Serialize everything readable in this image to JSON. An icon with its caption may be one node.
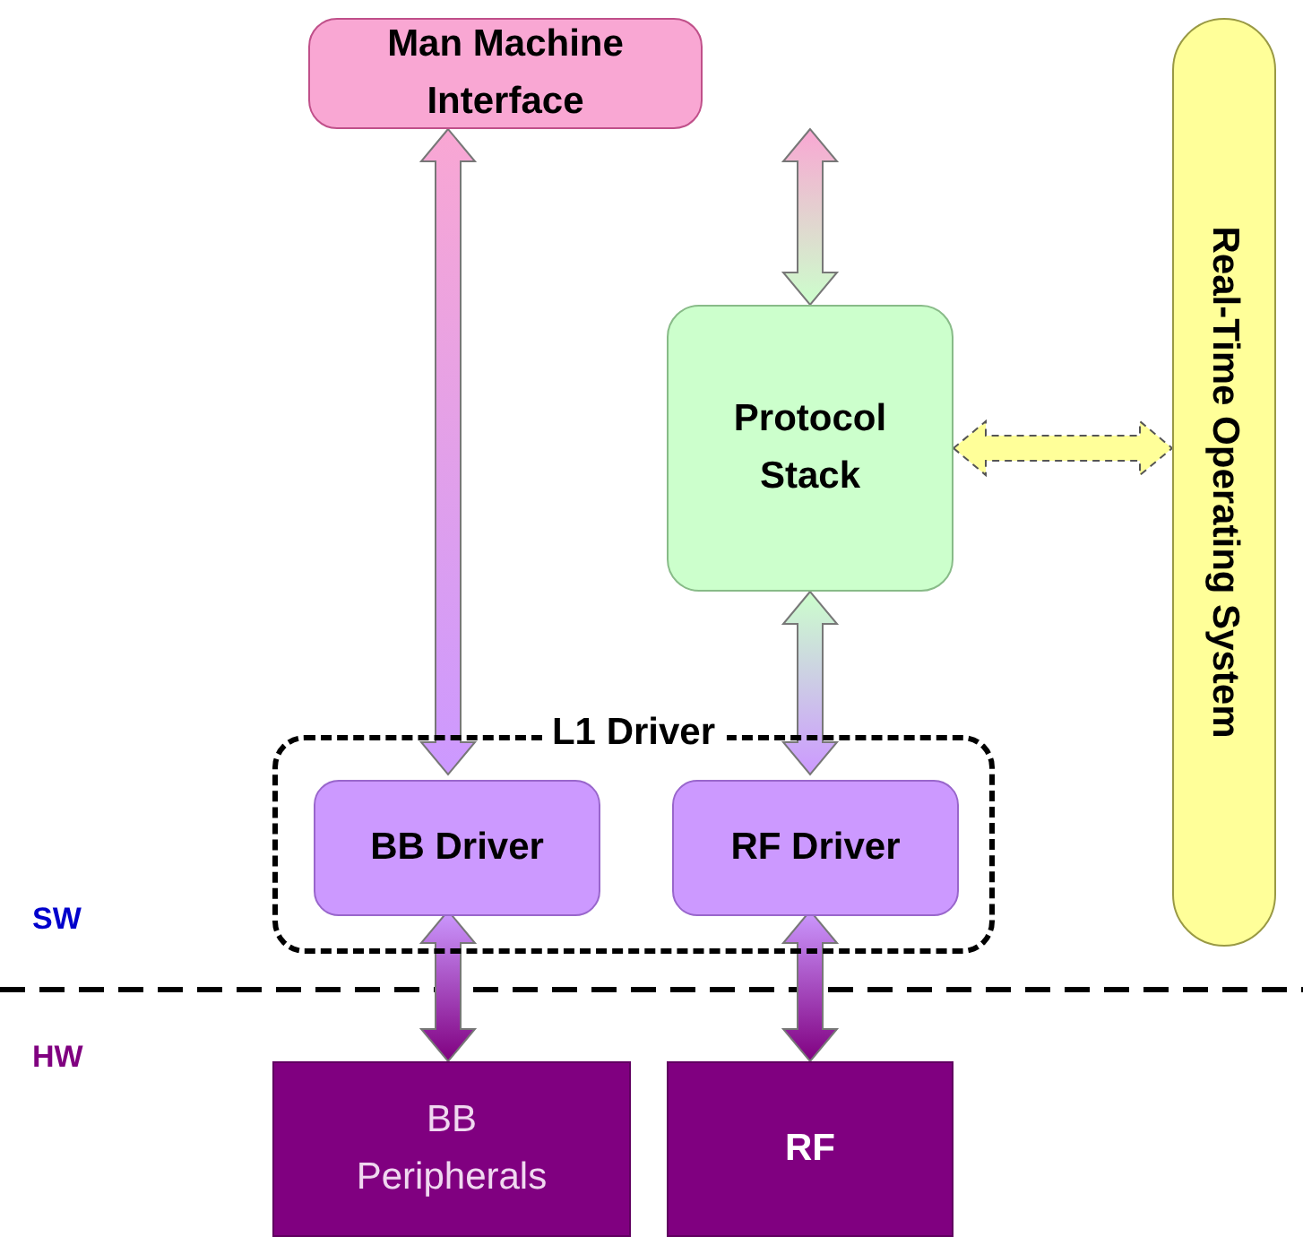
{
  "diagram": {
    "nodes": [
      {
        "text": [
          "Man Machine Interface"
        ]
      },
      {
        "text": [
          "Protocol Stack"
        ]
      },
      {
        "text": [
          "Real-Time Operating System"
        ]
      },
      {
        "text": [
          "L1 Driver"
        ]
      },
      {
        "text": [
          "BB Driver"
        ],
        "in": 3
      },
      {
        "text": [
          "RF Driver"
        ],
        "in": 3
      },
      {
        "text": [
          "BB Peripherals"
        ]
      },
      {
        "text": [
          "RF"
        ]
      }
    ],
    "edges": [
      {
        "from": 0,
        "to": 4,
        "arrow": "both"
      },
      {
        "from": 0,
        "to": 1,
        "arrow": "both"
      },
      {
        "from": 1,
        "to": 5,
        "arrow": "both"
      },
      {
        "from": 4,
        "to": 6,
        "arrow": "both"
      },
      {
        "from": 5,
        "to": 7,
        "arrow": "both"
      },
      {
        "from": 1,
        "to": 2,
        "arrow": "both",
        "style": "dashed",
        "color": "#ffff99"
      }
    ],
    "labels": [
      "SW",
      "HW"
    ]
  }
}
